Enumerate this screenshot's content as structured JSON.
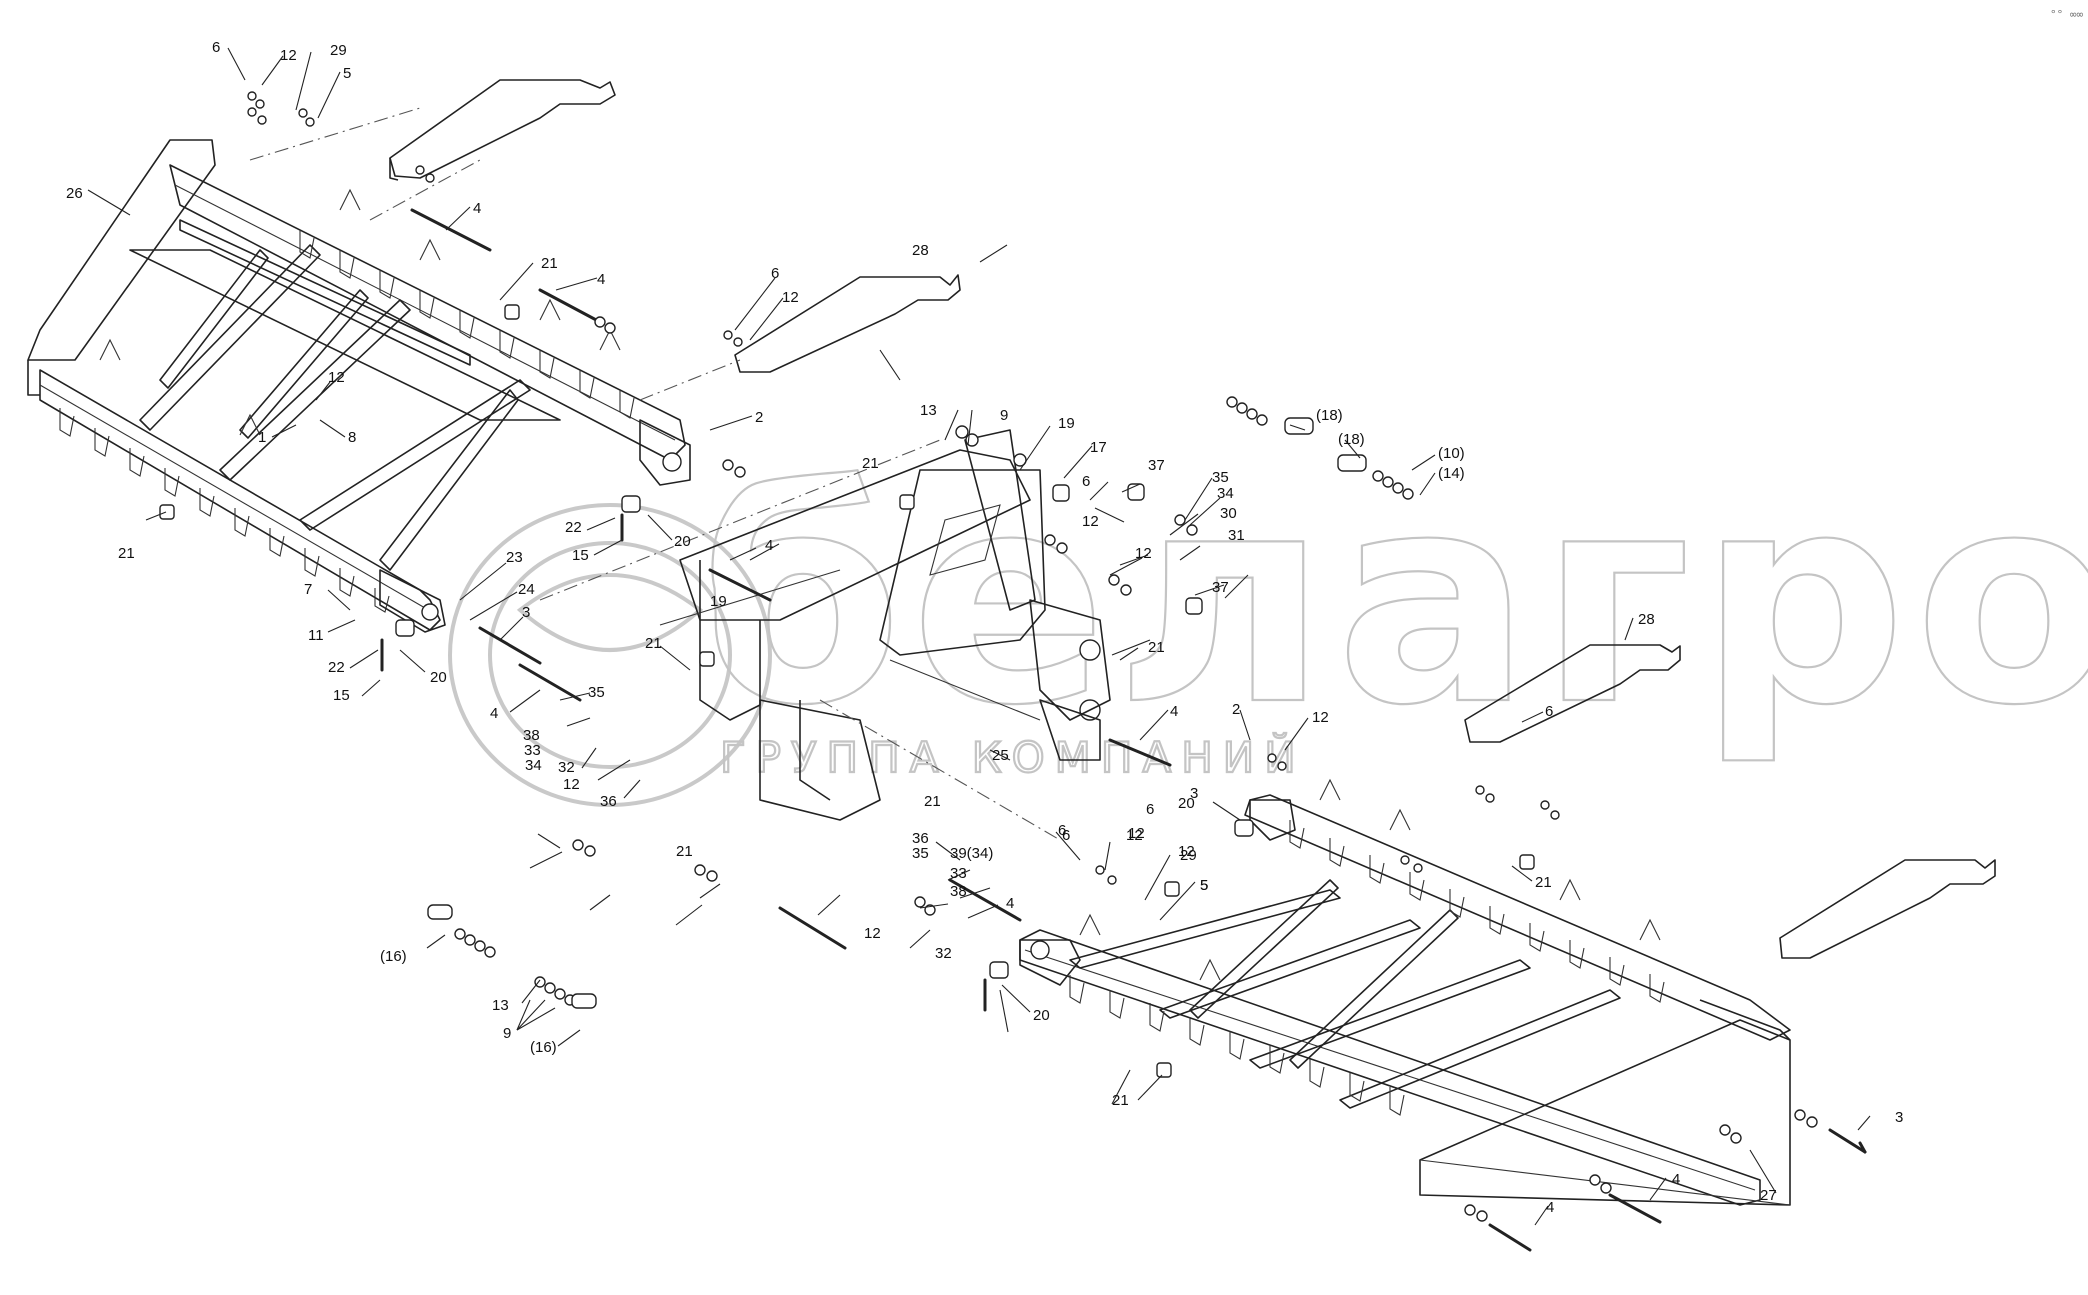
{
  "watermark": {
    "brand": "белагро",
    "subtitle": "ГРУППА КОМПАНИЙ"
  },
  "corner_mark": "°° ∞∞",
  "callouts": [
    {
      "text": "6"
    },
    {
      "text": "12"
    },
    {
      "text": "29"
    },
    {
      "text": "5"
    },
    {
      "text": "26"
    },
    {
      "text": "4"
    },
    {
      "text": "21"
    },
    {
      "text": "4"
    },
    {
      "text": "28"
    },
    {
      "text": "6"
    },
    {
      "text": "12"
    },
    {
      "text": "12"
    },
    {
      "text": "1"
    },
    {
      "text": "8"
    },
    {
      "text": "2"
    },
    {
      "text": "21"
    },
    {
      "text": "22"
    },
    {
      "text": "15"
    },
    {
      "text": "20"
    },
    {
      "text": "23"
    },
    {
      "text": "24"
    },
    {
      "text": "3"
    },
    {
      "text": "7"
    },
    {
      "text": "11"
    },
    {
      "text": "22"
    },
    {
      "text": "15"
    },
    {
      "text": "20"
    },
    {
      "text": "4"
    },
    {
      "text": "38"
    },
    {
      "text": "33"
    },
    {
      "text": "34"
    },
    {
      "text": "35"
    },
    {
      "text": "32"
    },
    {
      "text": "12"
    },
    {
      "text": "36"
    },
    {
      "text": "21"
    },
    {
      "text": "19"
    },
    {
      "text": "4"
    },
    {
      "text": "21"
    },
    {
      "text": "13"
    },
    {
      "text": "9"
    },
    {
      "text": "19"
    },
    {
      "text": "17"
    },
    {
      "text": "6"
    },
    {
      "text": "12"
    },
    {
      "text": "37"
    },
    {
      "text": "35"
    },
    {
      "text": "34"
    },
    {
      "text": "30"
    },
    {
      "text": "12"
    },
    {
      "text": "31"
    },
    {
      "text": "37"
    },
    {
      "text": "21"
    },
    {
      "text": "25"
    },
    {
      "text": "4"
    },
    {
      "text": "2"
    },
    {
      "text": "12"
    },
    {
      "text": "(18)"
    },
    {
      "text": "(18)"
    },
    {
      "text": "(10)"
    },
    {
      "text": "(14)"
    },
    {
      "text": "28"
    },
    {
      "text": "6"
    },
    {
      "text": "6"
    },
    {
      "text": "12"
    },
    {
      "text": "5"
    },
    {
      "text": "6"
    },
    {
      "text": "12"
    },
    {
      "text": "3"
    },
    {
      "text": "36"
    },
    {
      "text": "35"
    },
    {
      "text": "39(34)"
    },
    {
      "text": "33"
    },
    {
      "text": "38"
    },
    {
      "text": "12"
    },
    {
      "text": "32"
    },
    {
      "text": "4"
    },
    {
      "text": "21"
    },
    {
      "text": "20"
    },
    {
      "text": "6"
    },
    {
      "text": "12"
    },
    {
      "text": "29"
    },
    {
      "text": "5"
    },
    {
      "text": "21"
    },
    {
      "text": "20"
    },
    {
      "text": "21"
    },
    {
      "text": "(16)"
    },
    {
      "text": "13"
    },
    {
      "text": "9"
    },
    {
      "text": "(16)"
    },
    {
      "text": "21"
    },
    {
      "text": "3"
    },
    {
      "text": "27"
    },
    {
      "text": "4"
    },
    {
      "text": "4"
    }
  ]
}
